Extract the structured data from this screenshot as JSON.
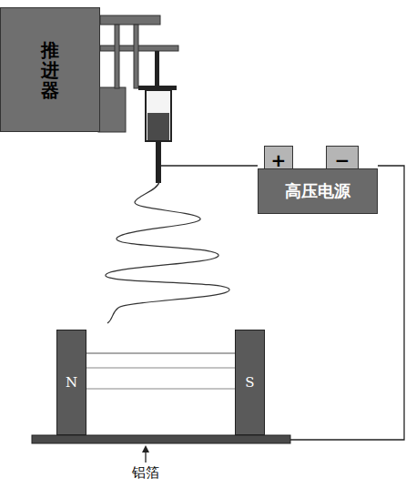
{
  "diagram": {
    "nodes": [
      {
        "text": [
          "推进器"
        ]
      },
      {
        "text": [
          "+"
        ]
      },
      {
        "text": [
          "−"
        ]
      },
      {
        "text": [
          "高压电源"
        ]
      },
      {
        "text": [
          "N"
        ]
      },
      {
        "text": [
          "S"
        ]
      }
    ],
    "labels": [
      "铝箔"
    ]
  }
}
